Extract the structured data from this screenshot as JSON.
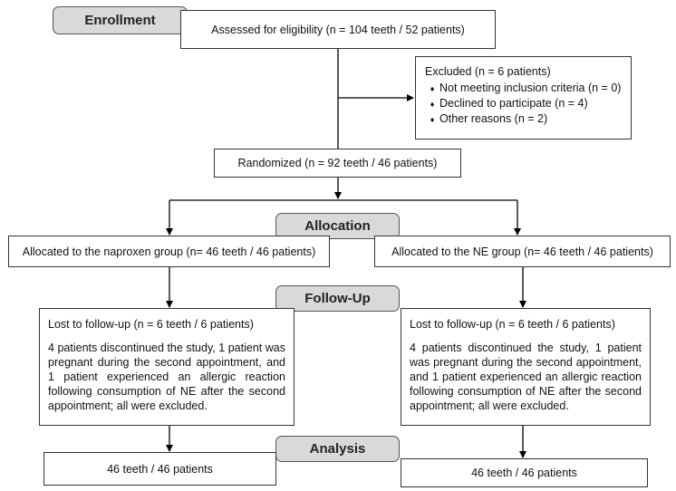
{
  "stages": {
    "enrollment": "Enrollment",
    "allocation": "Allocation",
    "follow_up": "Follow-Up",
    "analysis": "Analysis"
  },
  "assessed": "Assessed for eligibility (n = 104 teeth / 52 patients)",
  "excluded": {
    "title": "Excluded (n = 6 patients)",
    "bullet_symbol": "♦",
    "items": [
      "Not meeting inclusion criteria (n = 0)",
      "Declined to participate (n = 4)",
      "Other reasons (n = 2)"
    ]
  },
  "randomized": "Randomized (n = 92 teeth / 46 patients)",
  "allocated": {
    "left": "Allocated to the naproxen group (n= 46 teeth / 46 patients)",
    "right": "Allocated to the NE group (n= 46 teeth / 46 patients)"
  },
  "follow_up": {
    "left": {
      "title": "Lost to follow-up (n = 6 teeth / 6 patients)",
      "text": "4 patients discontinued the study, 1 patient was pregnant during the second appointment, and 1 patient experienced an allergic reaction following consumption of NE after the second appointment; all were excluded."
    },
    "right": {
      "title": "Lost to follow-up (n = 6 teeth / 6 patients)",
      "text": "4 patients discontinued the study, 1 patient was pregnant during the second appointment, and 1 patient experienced an allergic reaction following consumption of NE after the second appointment; all were excluded."
    }
  },
  "analysis": {
    "left": "46 teeth / 46 patients",
    "right": "46 teeth / 46 patients"
  },
  "colors": {
    "stage_fill": "#d9d9d9",
    "line": "#000000",
    "border": "#333333"
  }
}
